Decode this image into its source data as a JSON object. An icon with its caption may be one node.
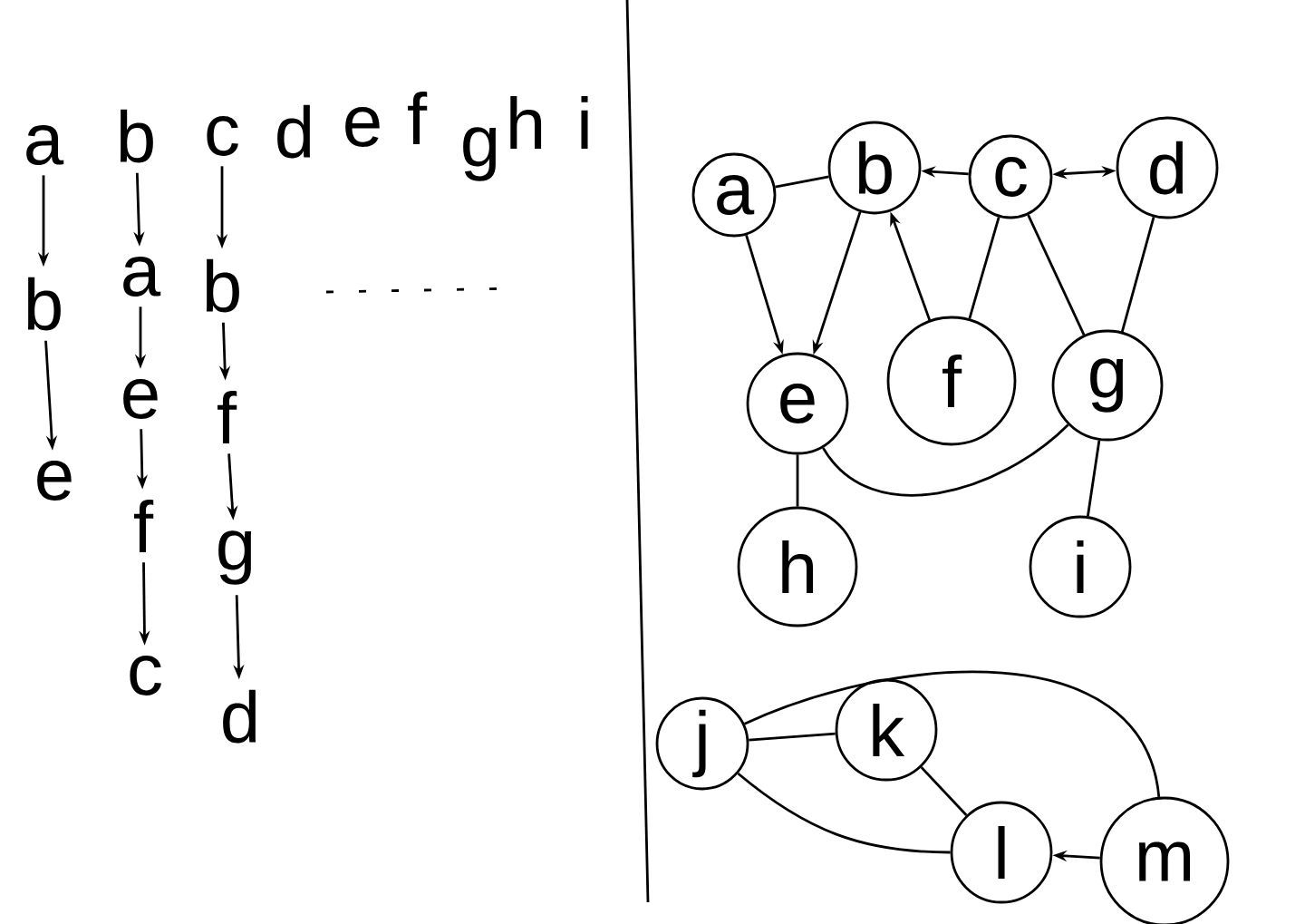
{
  "diagram": {
    "nodes": [
      {
        "text": [
          "a"
        ]
      },
      {
        "text": [
          "b"
        ]
      },
      {
        "text": [
          "c"
        ]
      },
      {
        "text": [
          "b"
        ]
      },
      {
        "text": [
          "e"
        ]
      },
      {
        "text": [
          "a"
        ]
      },
      {
        "text": [
          "e"
        ]
      },
      {
        "text": [
          "f"
        ]
      },
      {
        "text": [
          "c"
        ]
      },
      {
        "text": [
          "b"
        ]
      },
      {
        "text": [
          "f"
        ]
      },
      {
        "text": [
          "g"
        ]
      },
      {
        "text": [
          "d"
        ]
      },
      {
        "text": [
          "a"
        ]
      },
      {
        "text": [
          "b"
        ]
      },
      {
        "text": [
          "c"
        ]
      },
      {
        "text": [
          "d"
        ]
      },
      {
        "text": [
          "e"
        ]
      },
      {
        "text": [
          "f"
        ]
      },
      {
        "text": [
          "g"
        ]
      },
      {
        "text": [
          "h"
        ]
      },
      {
        "text": [
          "i"
        ]
      },
      {
        "text": [
          "j"
        ]
      },
      {
        "text": [
          "k"
        ]
      },
      {
        "text": [
          "l"
        ]
      },
      {
        "text": [
          "m"
        ]
      }
    ],
    "edges": [
      {
        "from": 0,
        "to": 3,
        "arrow": "to"
      },
      {
        "from": 3,
        "to": 4,
        "arrow": "to"
      },
      {
        "from": 1,
        "to": 5,
        "arrow": "to"
      },
      {
        "from": 5,
        "to": 6,
        "arrow": "to"
      },
      {
        "from": 6,
        "to": 7,
        "arrow": "to"
      },
      {
        "from": 7,
        "to": 8,
        "arrow": "to"
      },
      {
        "from": 2,
        "to": 9,
        "arrow": "to"
      },
      {
        "from": 9,
        "to": 10,
        "arrow": "to"
      },
      {
        "from": 10,
        "to": 11,
        "arrow": "to"
      },
      {
        "from": 11,
        "to": 12,
        "arrow": "to"
      },
      {
        "from": 13,
        "to": 14,
        "arrow": "none"
      },
      {
        "from": 15,
        "to": 14,
        "arrow": "to"
      },
      {
        "from": 15,
        "to": 16,
        "arrow": "both"
      },
      {
        "from": 13,
        "to": 17,
        "arrow": "to"
      },
      {
        "from": 14,
        "to": 17,
        "arrow": "to"
      },
      {
        "from": 18,
        "to": 14,
        "arrow": "to"
      },
      {
        "from": 15,
        "to": 18,
        "arrow": "none"
      },
      {
        "from": 15,
        "to": 19,
        "arrow": "none"
      },
      {
        "from": 16,
        "to": 19,
        "arrow": "none"
      },
      {
        "from": 17,
        "to": 19,
        "arrow": "none"
      },
      {
        "from": 17,
        "to": 20,
        "arrow": "none"
      },
      {
        "from": 19,
        "to": 21,
        "arrow": "none"
      },
      {
        "from": 22,
        "to": 23,
        "arrow": "none"
      },
      {
        "from": 22,
        "to": 25,
        "arrow": "none"
      },
      {
        "from": 22,
        "to": 24,
        "arrow": "none"
      },
      {
        "from": 23,
        "to": 24,
        "arrow": "none"
      },
      {
        "from": 25,
        "to": 24,
        "arrow": "to"
      }
    ],
    "labels": [
      "d",
      "e",
      "f",
      "g",
      "h",
      "i"
    ]
  }
}
